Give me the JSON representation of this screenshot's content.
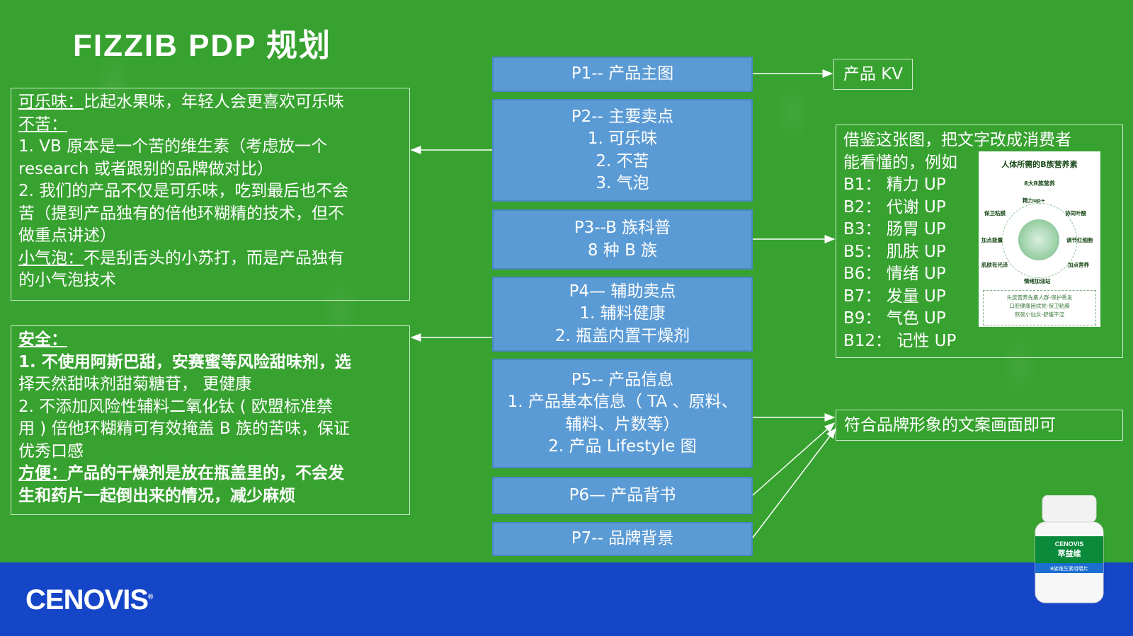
{
  "title": "FIZZIB PDP 规划",
  "logo": "CENOVIS",
  "left_panel_1": {
    "lines": [
      {
        "label": "可乐味：",
        "text": "比起水果味，年轻人会更喜欢可乐味"
      },
      {
        "label": "不苦：",
        "text": ""
      },
      {
        "label": "",
        "text": "1. VB 原本是一个苦的维生素（考虑放一个"
      },
      {
        "label": "",
        "text": "research 或者跟别的品牌做对比）"
      },
      {
        "label": "",
        "text": "2. 我们的产品不仅是可乐味，吃到最后也不会"
      },
      {
        "label": "",
        "text": "苦（提到产品独有的倍他环糊精的技术，但不"
      },
      {
        "label": "",
        "text": "做重点讲述）"
      },
      {
        "label": "小气泡：",
        "text": "不是刮舌头的小苏打，而是产品独有"
      },
      {
        "label": "",
        "text": "的小气泡技术"
      }
    ]
  },
  "left_panel_2": {
    "lines": [
      {
        "label": "安全：",
        "text": ""
      },
      {
        "label": "",
        "text": "1. 不使用阿斯巴甜，安赛蜜等风险甜味剂，选"
      },
      {
        "label": "",
        "text": "择天然甜味剂甜菊糖苷， 更健康"
      },
      {
        "label": "",
        "text": "2. 不添加风险性辅料二氧化钛 ( 欧盟标准禁"
      },
      {
        "label": "",
        "text": "用 ) 倍他环糊精可有效掩盖 B 族的苦味，保证"
      },
      {
        "label": "",
        "text": "优秀口感"
      },
      {
        "label": "方便：",
        "text": "产品的干燥剂是放在瓶盖里的，不会发"
      },
      {
        "label": "",
        "text": "生和药片一起倒出来的情况，减少麻烦"
      }
    ]
  },
  "pages": [
    {
      "lines": [
        "P1-- 产品主图"
      ]
    },
    {
      "lines": [
        "P2-- 主要卖点",
        "1. 可乐味",
        "2. 不苦",
        "3. 气泡"
      ]
    },
    {
      "lines": [
        "P3--B 族科普",
        "8 种 B 族"
      ]
    },
    {
      "lines": [
        "P4— 辅助卖点",
        "1. 辅料健康",
        "2. 瓶盖内置干燥剂"
      ]
    },
    {
      "lines": [
        "P5-- 产品信息",
        "1. 产品基本信息（ TA 、原料、",
        "辅料、片数等）",
        "2. 产品 Lifestyle 图"
      ]
    },
    {
      "lines": [
        "P6— 产品背书"
      ]
    },
    {
      "lines": [
        "P7-- 品牌背景"
      ]
    }
  ],
  "kv_label": "产品 KV",
  "right_panel": {
    "intro_1": "借鉴这张图，把文字改成消费者",
    "intro_2": "能看懂的，例如",
    "items": [
      "B1： 精力 UP",
      "B2： 代谢 UP",
      "B3： 肠胃 UP",
      "B5： 肌肤 UP",
      "B6： 情绪 UP",
      "B7： 发量 UP",
      "B9： 气色 UP",
      "B12： 记性 UP"
    ]
  },
  "infographic": {
    "title": "人体所需的B族营养素",
    "subtitle": "8大B族营养",
    "labels": [
      "精力up+",
      "协同叶酸",
      "保卫粘膜",
      "调节红细胞",
      "加点能量",
      "加点营养",
      "肌肤有光泽",
      "情绪加油站"
    ],
    "note_lines": [
      "头皮营养先集人群-保护秀发",
      "口腔健康困扰党-保卫粘膜",
      "熬夜小仙女-舒缓干涩"
    ]
  },
  "fuhe_label": "符合品牌形象的文案画面即可",
  "bottle": {
    "brand": "CENOVIS",
    "name_cn": "萃益维",
    "product": "B族维生素咀嚼片"
  },
  "colors": {
    "background": "#37a22f",
    "footer": "#1646c8",
    "page_box": "#5b9bd5"
  }
}
